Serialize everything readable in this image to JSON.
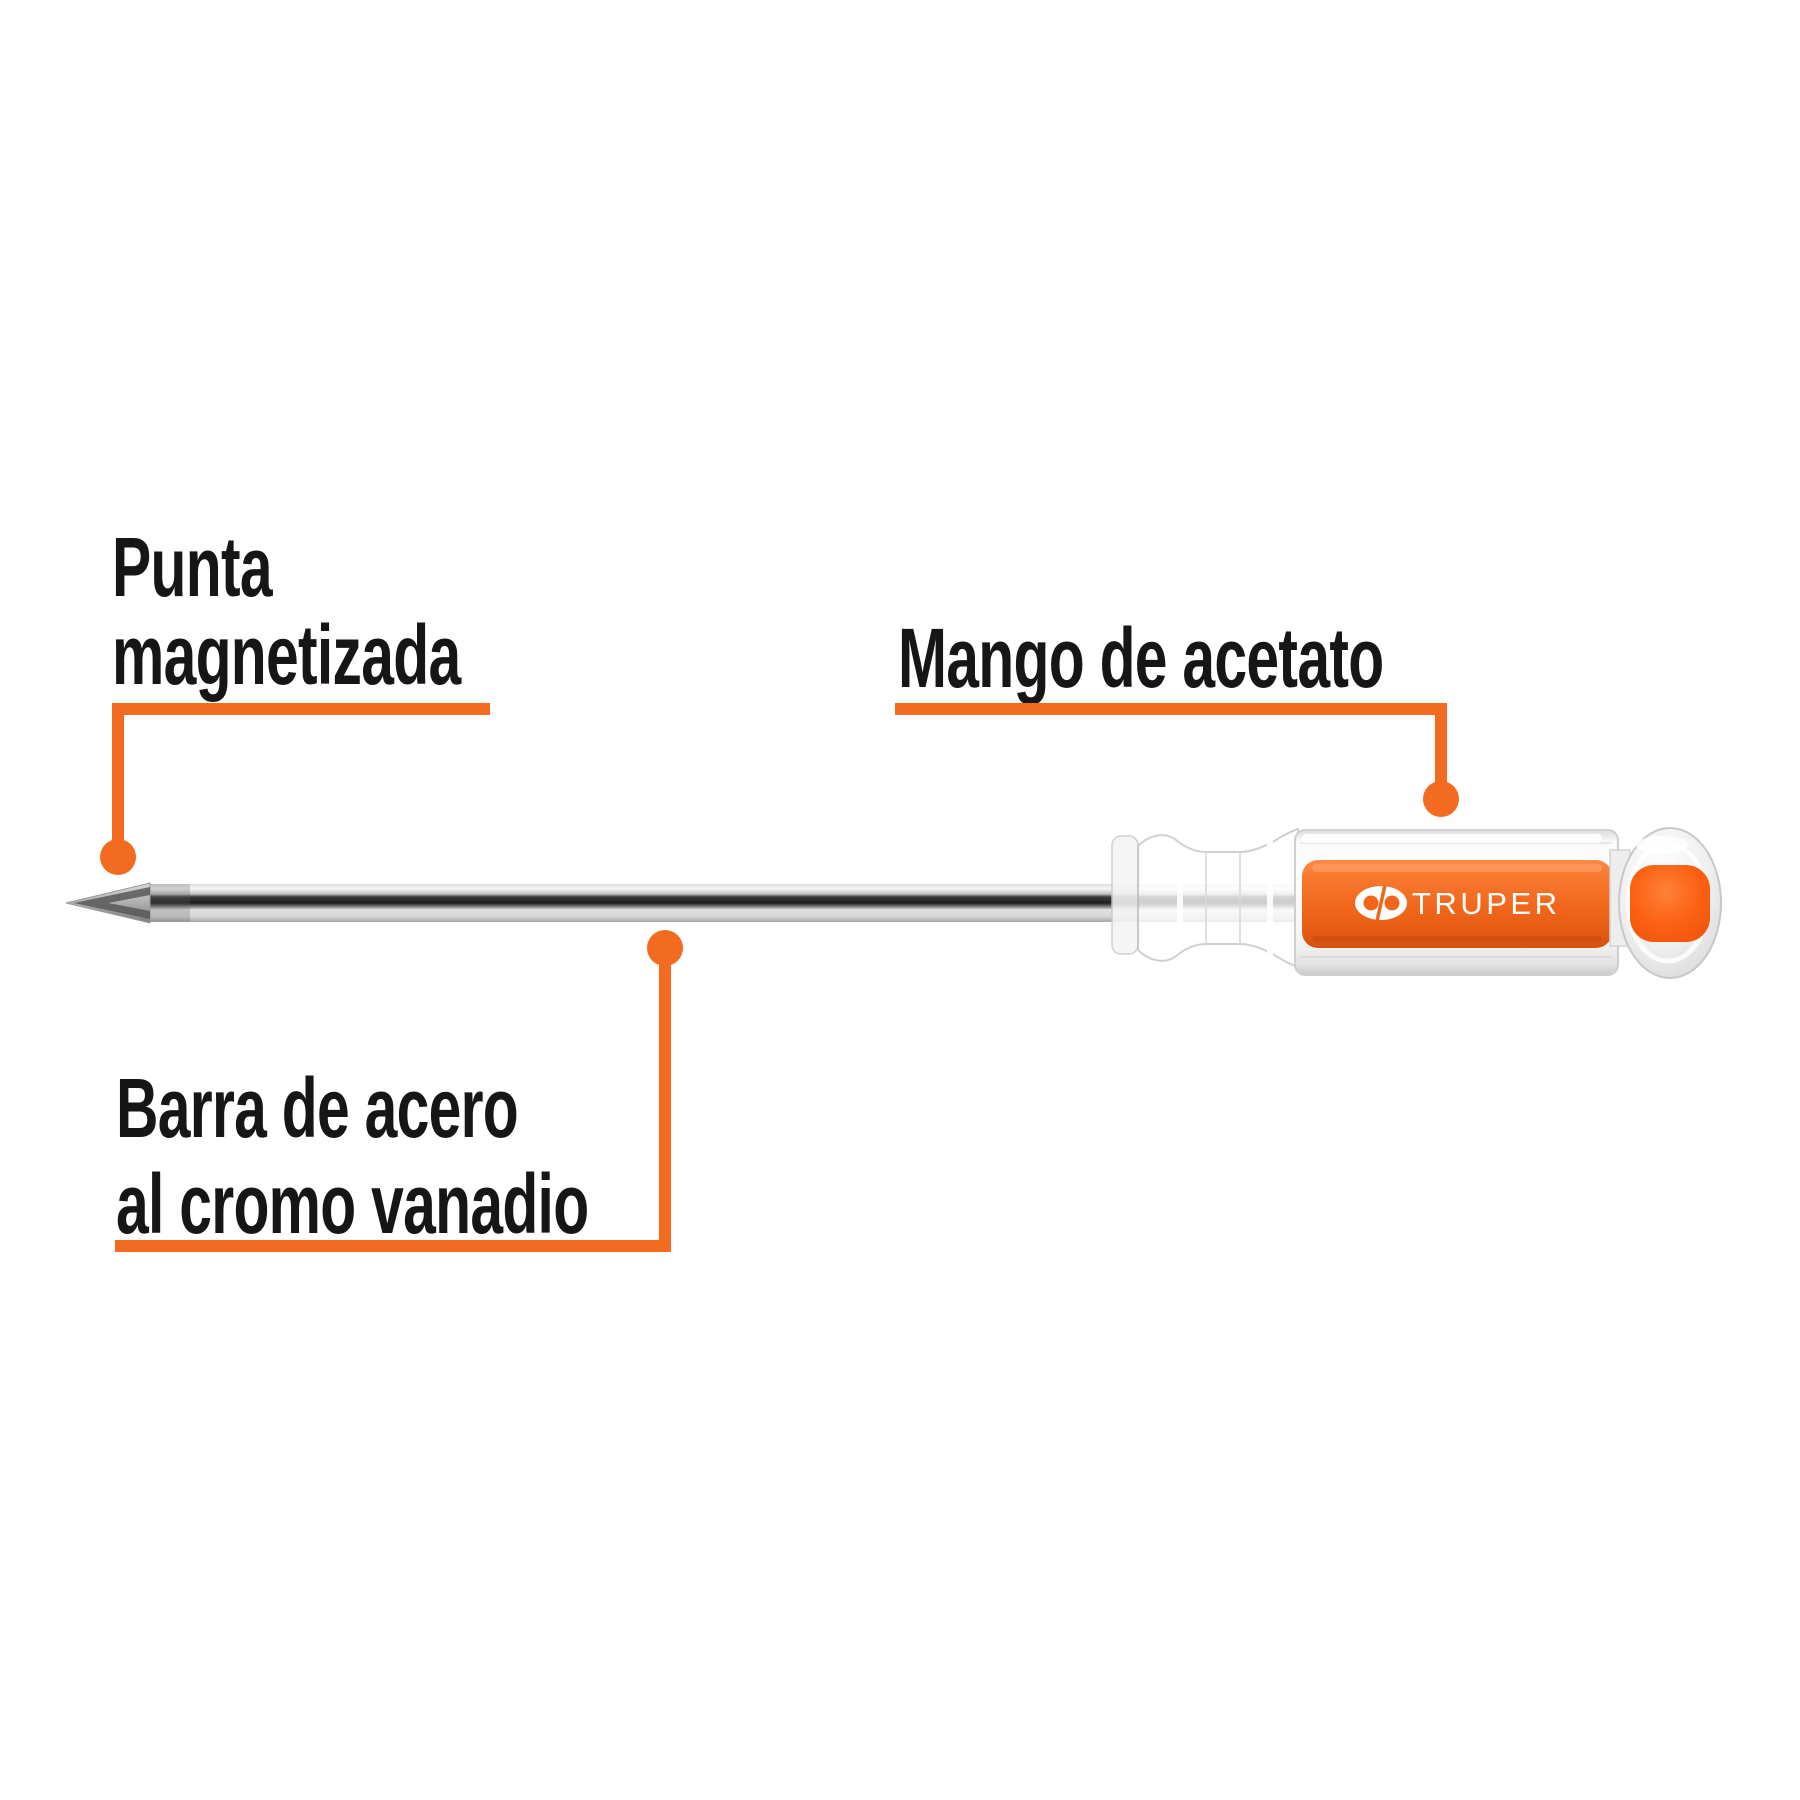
{
  "diagram_title": "Truper screwdriver feature callout diagram",
  "colors": {
    "background": "#ffffff",
    "accent_orange": "#F26B21",
    "handle_band_orange": "#F0661B",
    "end_cap_orange": "#FB5F12",
    "label_text": "#161616",
    "shaft_silver": "#d9d9d9",
    "shaft_dark_stripe": "#222222",
    "tip_gray": "#a8a8a8"
  },
  "labels": {
    "punta": {
      "line1": "Punta",
      "line2": "magnetizada"
    },
    "mango": {
      "text": "Mango de acetato"
    },
    "barra": {
      "line1": "Barra de acero",
      "line2": "al cromo vanadio"
    }
  },
  "handle": {
    "brand_text": "TRUPER"
  },
  "icons": {
    "truper_logo_icon": "oval chain-link brand mark, white on orange"
  }
}
